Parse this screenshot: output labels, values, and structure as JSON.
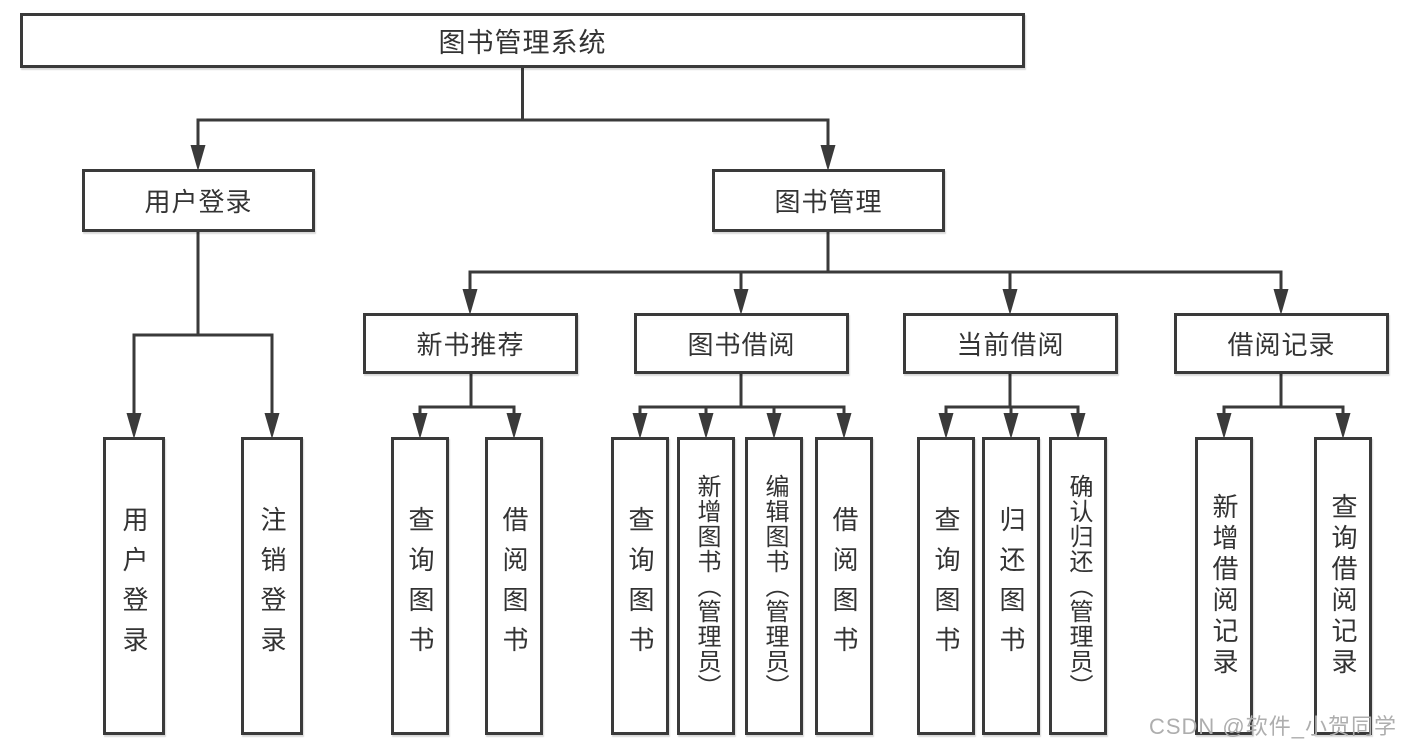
{
  "diagram_type": "tree-diagram",
  "colors": {
    "background": "#ffffff",
    "line": "#3a3a3a",
    "box_border": "#3a3a3a",
    "box_fill": "#ffffff",
    "text": "#333333",
    "watermark": "#aeaeae"
  },
  "watermark": {
    "text": "CSDN @软件_小贺同学"
  },
  "tree": {
    "root": {
      "label": "图书管理系统",
      "children": [
        {
          "label": "用户登录",
          "children": [
            {
              "label": "用户登录"
            },
            {
              "label": "注销登录"
            }
          ]
        },
        {
          "label": "图书管理",
          "children": [
            {
              "label": "新书推荐",
              "children": [
                {
                  "label": "查询图书"
                },
                {
                  "label": "借阅图书"
                }
              ]
            },
            {
              "label": "图书借阅",
              "children": [
                {
                  "label": "查询图书"
                },
                {
                  "label": "新增图书（管理员）"
                },
                {
                  "label": "编辑图书（管理员）"
                },
                {
                  "label": "借阅图书"
                }
              ]
            },
            {
              "label": "当前借阅",
              "children": [
                {
                  "label": "查询图书"
                },
                {
                  "label": "归还图书"
                },
                {
                  "label": "确认归还（管理员）"
                }
              ]
            },
            {
              "label": "借阅记录",
              "children": [
                {
                  "label": "新增借阅记录"
                },
                {
                  "label": "查询借阅记录"
                }
              ]
            }
          ]
        }
      ]
    }
  }
}
